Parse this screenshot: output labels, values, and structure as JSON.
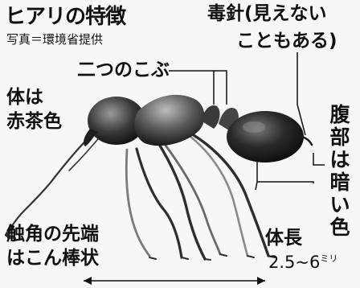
{
  "title": "ヒアリの特徴",
  "credit": "写真＝環境省提供",
  "labels": {
    "stinger_line1": "毒針(見えない",
    "stinger_line2": "こともある)",
    "two_bumps": "二つのこぶ",
    "body_color_line1": "体は",
    "body_color_line2": "赤茶色",
    "abdomen_line1": "腹",
    "abdomen_line2": "部",
    "abdomen_line3": "は",
    "abdomen_line4": "暗",
    "abdomen_line5": "い",
    "abdomen_line6": "色",
    "antenna_line1": "触角の先端",
    "antenna_line2": "はこん棒状",
    "body_length_line1": "体長",
    "body_length_value": "2.5~6",
    "body_length_unit": "ミリ"
  },
  "colors": {
    "ant_body": "#2a2a2a",
    "ant_highlight": "#8a8a8a",
    "leader_line": "#111111"
  }
}
